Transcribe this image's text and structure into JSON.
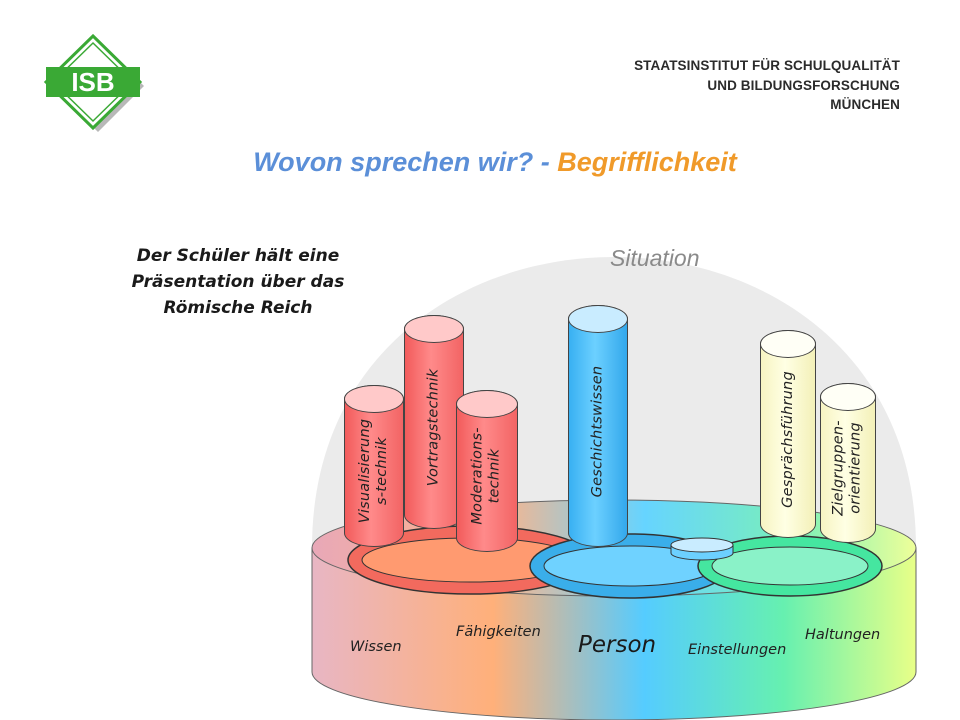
{
  "header": {
    "logo_text": "ISB",
    "institute_lines": [
      "STAATSINSTITUT FÜR SCHULQUALITÄT",
      "UND BILDUNGSFORSCHUNG",
      "MÜNCHEN"
    ]
  },
  "title": {
    "part1": "Wovon sprechen wir? - ",
    "part2": "Begrifflichkeit"
  },
  "scenario": {
    "lines": [
      "Der Schüler hält eine",
      "Präsentation über das",
      "Römische Reich"
    ]
  },
  "diagram": {
    "situation_label": "Situation",
    "person_label": "Person",
    "base_labels": {
      "wissen": "Wissen",
      "faehigkeiten": "Fähigkeiten",
      "einstellungen": "Einstellungen",
      "haltungen": "Haltungen"
    },
    "cylinders": {
      "visualisierung": [
        "Visualisierung",
        "s-technik"
      ],
      "vortragstechnik": [
        "Vortragstechnik"
      ],
      "moderation": [
        "Moderations-",
        "technik"
      ],
      "geschichtswissen": [
        "Geschichtswissen"
      ],
      "gespraechsfuehrung": [
        "Gesprächsführung"
      ],
      "zielgruppen": [
        "Zielgruppen-",
        "orientierung"
      ]
    }
  },
  "colors": {
    "title_blue": "#5b8fd8",
    "title_orange": "#f09a2a",
    "logo_green": "#3aa935",
    "cylinder_red": "#f26464",
    "cylinder_blue": "#38b0f2",
    "cylinder_cream": "#f7f4c2",
    "dome_gray": "#ebebeb"
  }
}
